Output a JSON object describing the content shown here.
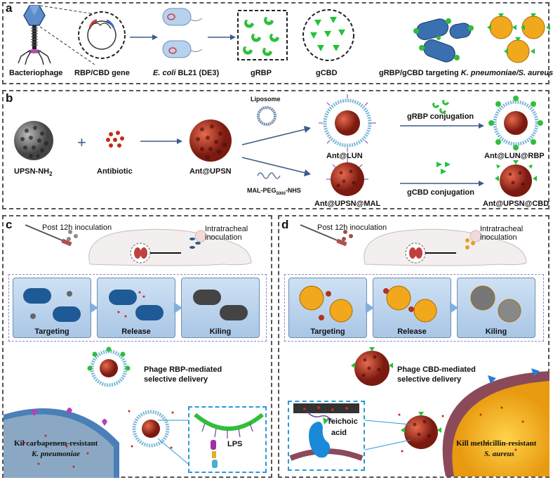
{
  "panel_a": {
    "label": "a",
    "bacteriophage": "Bacteriophage",
    "gene": "RBP/CBD gene",
    "ecoli_italic": "E. coli",
    "ecoli_rest": " BL21 (DE3)",
    "grbp": "gRBP",
    "gcbd": "gCBD",
    "targeting_prefix": "gRBP/gCBD targeting ",
    "targeting_italic": "K. pneumoniae/S. aureus"
  },
  "panel_b": {
    "label": "b",
    "upsn_main": "UPSN-NH",
    "upsn_sub": "2",
    "antibiotic": "Antibiotic",
    "ant_upsn": "Ant@UPSN",
    "liposome": "Liposome",
    "mal_main": "MAL-PEG",
    "mal_sub": "5000",
    "mal_end": "-NHS",
    "ant_lun": "Ant@LUN",
    "ant_upsn_mal": "Ant@UPSN@MAL",
    "grbp_conj": "gRBP conjugation",
    "gcbd_conj": "gCBD conjugation",
    "ant_lun_rbp": "Ant@LUN@RBP",
    "ant_upsn_cbd": "Ant@UPSN@CBD",
    "plus": "+"
  },
  "panel_c": {
    "label": "c",
    "post": "Post 12h inoculation",
    "intratracheal_1": "Intratracheal",
    "intratracheal_2": "inoculation",
    "targeting": "Targeting",
    "release": "Release",
    "killing": "Kiling",
    "delivery_1": "Phage RBP-mediated",
    "delivery_2": "selective delivery",
    "kill_1": "Kil carbapenem-resistant",
    "kill_2": "K. pneumoniae",
    "lps": "LPS"
  },
  "panel_d": {
    "label": "d",
    "post": "Post 12h inoculation",
    "intratracheal_1": "Intratracheal",
    "intratracheal_2": "inoculation",
    "targeting": "Targeting",
    "release": "Release",
    "killing": "Kiling",
    "delivery_1": "Phage CBD-mediated",
    "delivery_2": "selective delivery",
    "teichoic_1": "Teichoic",
    "teichoic_2": "acid",
    "kill_1": "Kill methicillin-resistant",
    "kill_2": "S. aureus"
  },
  "colors": {
    "grbp_green": "#2fbf3a",
    "gcbd_green": "#22c33a",
    "nanoparticle_red": "#b5301e",
    "kp_blue": "#4a86c5",
    "sa_orange": "#f0a418",
    "stage_blue": "#b6cfea"
  }
}
